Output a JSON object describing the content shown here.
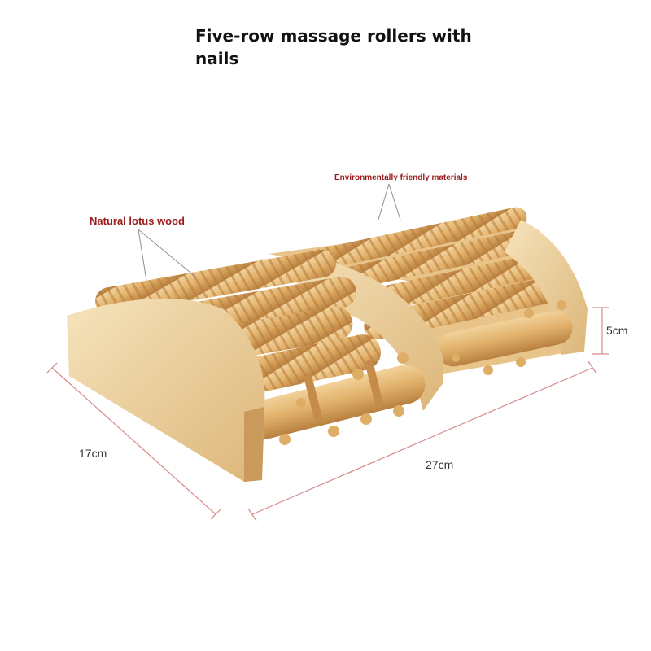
{
  "title": "Five-row massage rollers with nails",
  "callouts": {
    "lotus_wood": "Natural lotus wood",
    "eco_materials": "Environmentally friendly materials"
  },
  "dimensions": {
    "height": "5cm",
    "width": "27cm",
    "depth": "17cm"
  },
  "colors": {
    "wood_light": "#f3ddb0",
    "wood_mid": "#e3b976",
    "wood_dark": "#c89050",
    "callout_text": "#9a1b1b",
    "dimension_line": "#d88a8a"
  }
}
